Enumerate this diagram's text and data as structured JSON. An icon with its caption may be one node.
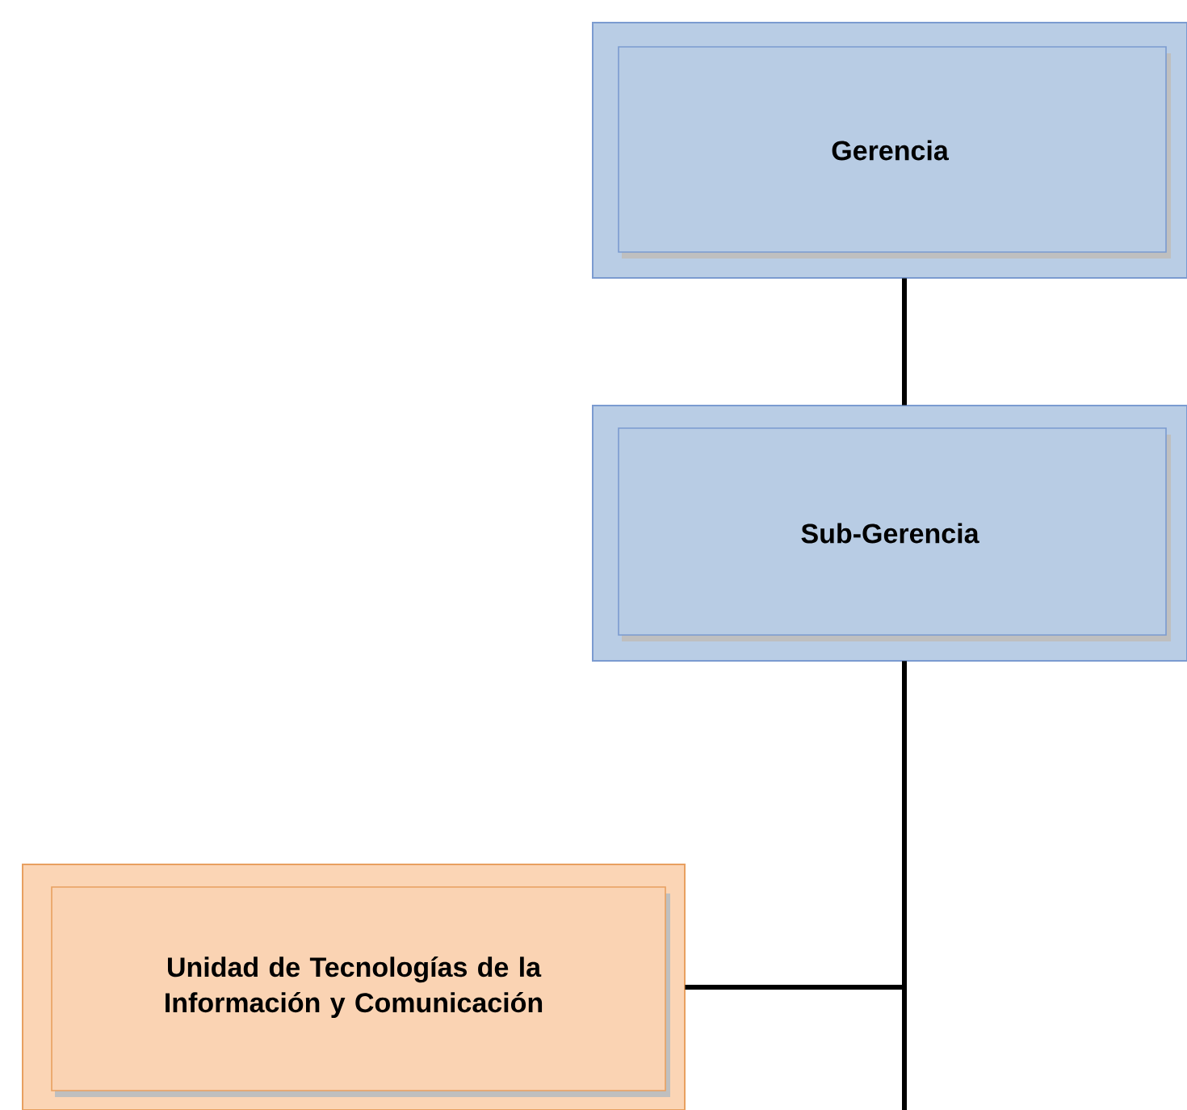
{
  "diagram": {
    "nodes": [
      {
        "text": [
          "Gerencia"
        ]
      },
      {
        "text": [
          "Sub-Gerencia"
        ]
      },
      {
        "text": [
          "Unidad de Tecnologías de la Información y Comunicación"
        ]
      }
    ],
    "edges": [
      {
        "from": 0,
        "to": 1,
        "arrow": "none"
      },
      {
        "from": 1,
        "to": 2,
        "arrow": "none"
      },
      {
        "from": 1,
        "to": null,
        "arrow": "none"
      }
    ]
  }
}
